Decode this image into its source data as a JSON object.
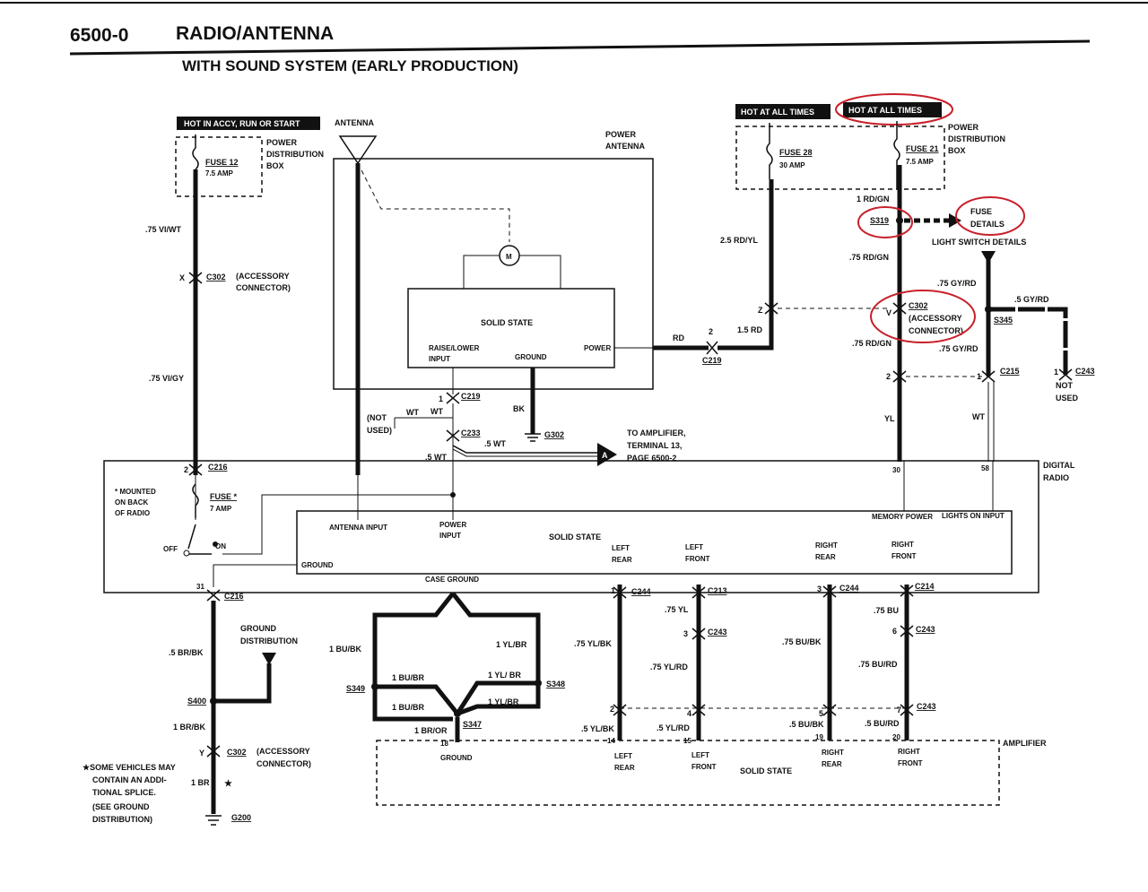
{
  "header": {
    "code": "6500-0",
    "title": "RADIO/ANTENNA",
    "subtitle": "WITH SOUND SYSTEM (EARLY PRODUCTION)"
  },
  "banners": {
    "hot_accy": "HOT IN ACCY, RUN OR START",
    "hot_all_1": "HOT AT ALL TIMES",
    "hot_all_2": "HOT AT ALL TIMES"
  },
  "fuses": {
    "fuse12": "FUSE 12",
    "fuse12_amp": "7.5 AMP",
    "fuse28": "FUSE 28",
    "fuse28_amp": "30 AMP",
    "fuse21": "FUSE 21",
    "fuse21_amp": "7.5 AMP",
    "fuse_star": "FUSE *",
    "fuse_star_amp": "7 AMP"
  },
  "boxes": {
    "pdb_line1": "POWER",
    "pdb_line2": "DISTRIBUTION",
    "pdb_line3": "BOX",
    "antenna": "ANTENNA",
    "power_antenna_1": "POWER",
    "power_antenna_2": "ANTENNA",
    "solid_state": "SOLID STATE",
    "raise_lower_1": "RAISE/LOWER",
    "raise_lower_2": "INPUT",
    "ground": "GROUND",
    "power": "POWER",
    "digital_radio_1": "DIGITAL",
    "digital_radio_2": "RADIO",
    "amplifier": "AMPLIFIER",
    "case_ground": "CASE GROUND",
    "antenna_input": "ANTENNA INPUT",
    "power_input_1": "POWER",
    "power_input_2": "INPUT",
    "memory_power": "MEMORY POWER",
    "lights_on_input": "LIGHTS ON INPUT",
    "radio_ground": "GROUND",
    "left": "LEFT",
    "right": "RIGHT",
    "rear": "REAR",
    "front": "FRONT",
    "mounted_1": "* MOUNTED",
    "mounted_2": "ON BACK",
    "mounted_3": "OF RADIO",
    "off": "OFF",
    "on": "ON"
  },
  "notes": {
    "accessory_1": "(ACCESSORY",
    "accessory_2": "CONNECTOR)",
    "not_used_1": "(NOT",
    "not_used_2": "USED)",
    "not_used_r1": "NOT",
    "not_used_r2": "USED",
    "to_amp_1": "TO AMPLIFIER,",
    "to_amp_2": "TERMINAL 13,",
    "to_amp_3": "PAGE 6500-2",
    "fuse_details_1": "FUSE",
    "fuse_details_2": "DETAILS",
    "light_switch": "LIGHT SWITCH DETAILS",
    "ground_dist_1": "GROUND",
    "ground_dist_2": "DISTRIBUTION",
    "star_1": "★SOME VEHICLES MAY",
    "star_2": "CONTAIN AN ADDI-",
    "star_3": "TIONAL SPLICE.",
    "star_4": "(SEE GROUND",
    "star_5": "DISTRIBUTION)",
    "connector_a": "A",
    "star": "★"
  },
  "wires": {
    "w75vi_wt": ".75 VI/WT",
    "w75vi_gy": ".75 VI/GY",
    "w25rd_yl": "2.5 RD/YL",
    "w15rd": "1.5 RD",
    "rd": "RD",
    "w1rd_gn": "1 RD/GN",
    "w75rd_gn_a": ".75 RD/GN",
    "w75rd_gn_b": ".75 RD/GN",
    "w75gy_rd_a": ".75 GY/RD",
    "w5gy_rd": ".5 GY/RD",
    "w75gy_rd_b": ".75 GY/RD",
    "yl": "YL",
    "wt": "WT",
    "wt2": "WT",
    "wt3": "WT",
    "bk": "BK",
    "w5wt_a": ".5 WT",
    "w5wt_b": ".5 WT",
    "w5br_bk": ".5 BR/BK",
    "w1br_bk": "1 BR/BK",
    "w1br": "1 BR",
    "w1bu_bk": "1 BU/BK",
    "w1bu_br_a": "1 BU/BR",
    "w1bu_br_b": "1 BU/BR",
    "w1yl_br_a": "1 YL/BR",
    "w1yl_br_b": "1 YL/ BR",
    "w1yl_br_c": "1 YL/BR",
    "w1br_or": "1 BR/OR",
    "w75yl_bk": ".75 YL/BK",
    "w75yl": ".75 YL",
    "w75yl_rd": ".75 YL/RD",
    "w75bu_bk": ".75 BU/BK",
    "w75bu": ".75 BU",
    "w75bu_rd": ".75 BU/RD",
    "w5yl_bk": ".5 YL/BK",
    "w5yl_rd": ".5 YL/RD",
    "w5bu_bk": ".5 BU/BK",
    "w5bu_rd": ".5 BU/RD"
  },
  "connectors": {
    "c302": "C302",
    "c216": "C216",
    "c219": "C219",
    "c233": "C233",
    "c215": "C215",
    "c243": "C243",
    "c244": "C244",
    "c213": "C213",
    "c214": "C214",
    "s319": "S319",
    "s345": "S345",
    "s400": "S400",
    "s349": "S349",
    "s348": "S348",
    "s347": "S347",
    "g302": "G302",
    "g200": "G200",
    "ground_lbl": "GROUND"
  },
  "pins": {
    "x": "X",
    "y": "Y",
    "z": "Z",
    "v": "V",
    "p1": "1",
    "p2": "2",
    "p3": "3",
    "p4": "4",
    "p5": "5",
    "p6": "6",
    "p7": "7",
    "p14": "14",
    "p15": "15",
    "p18": "18",
    "p19": "19",
    "p20": "20",
    "p30": "30",
    "p31": "31",
    "p58": "58"
  },
  "colors": {
    "ink": "#111111",
    "annotation_red": "#c8202a",
    "banner_bg": "#111111"
  }
}
